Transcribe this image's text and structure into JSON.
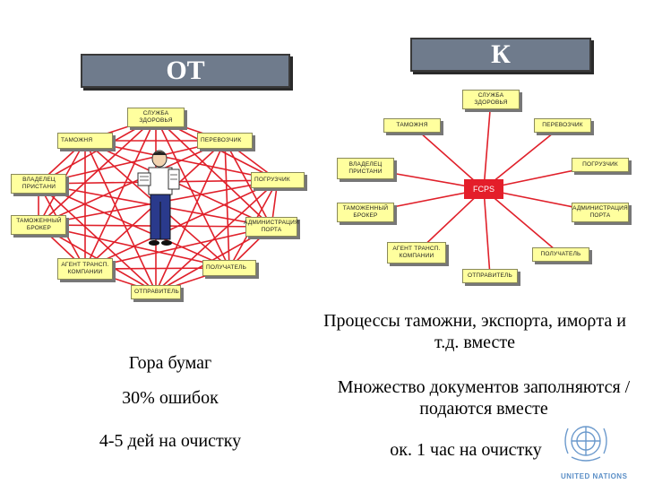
{
  "header_left": "ОТ",
  "header_right": "К",
  "left_boxes": {
    "health": "СЛУЖБА ЗДОРОВЬЯ",
    "customs": "ТАМОЖНЯ",
    "carrier": "ПЕРЕВОЗЧИК",
    "pier_owner": "ВЛАДЕЛЕЦ ПРИСТАНИ",
    "loader": "ПОГРУЗЧИК",
    "broker": "ТАМОЖЕННЫЙ БРОКЕР",
    "port_admin": "АДМИНИСТРАЦИЯ ПОРТА",
    "transport_agent": "АГЕНТ ТРАНСП. КОМПАНИИ",
    "receiver": "ПОЛУЧАТЕЛЬ",
    "sender": "ОТПРАВИТЕЛЬ"
  },
  "right_boxes": {
    "health": "СЛУЖБА ЗДОРОВЬЯ",
    "customs": "ТАМОЖНЯ",
    "carrier": "ПЕРЕВОЗЧИК",
    "pier_owner": "ВЛАДЕЛЕЦ ПРИСТАНИ",
    "loader": "ПОГРУЗЧИК",
    "hub": "FCPS",
    "broker": "ТАМОЖЕННЫЙ БРОКЕР",
    "port_admin": "АДМИНИСТРАЦИЯ ПОРТА",
    "transport_agent": "АГЕНТ ТРАНСП. КОМПАНИИ",
    "receiver": "ПОЛУЧАТЕЛЬ",
    "sender": "ОТПРАВИТЕЛЬ"
  },
  "left_texts": {
    "line1": "Гора бумаг",
    "line2": "30% ошибок",
    "line3": "4-5 дей на очистку"
  },
  "right_texts": {
    "line1": "Процессы таможни, экспорта, имορта и т.д. вместе",
    "line2": "Множество документов заполняются / подаются вместе",
    "line3": "ок. 1 час на очистку"
  },
  "logo_text": "UNITED NATIONS",
  "colors": {
    "network_line": "#e0202a",
    "box_fill": "#ffff9e",
    "header_fill": "#6f7b8c",
    "hub_fill": "#e41e2a",
    "un_blue": "#5b8fc7"
  },
  "icons": [
    "person-with-papers-icon",
    "un-emblem-icon"
  ]
}
